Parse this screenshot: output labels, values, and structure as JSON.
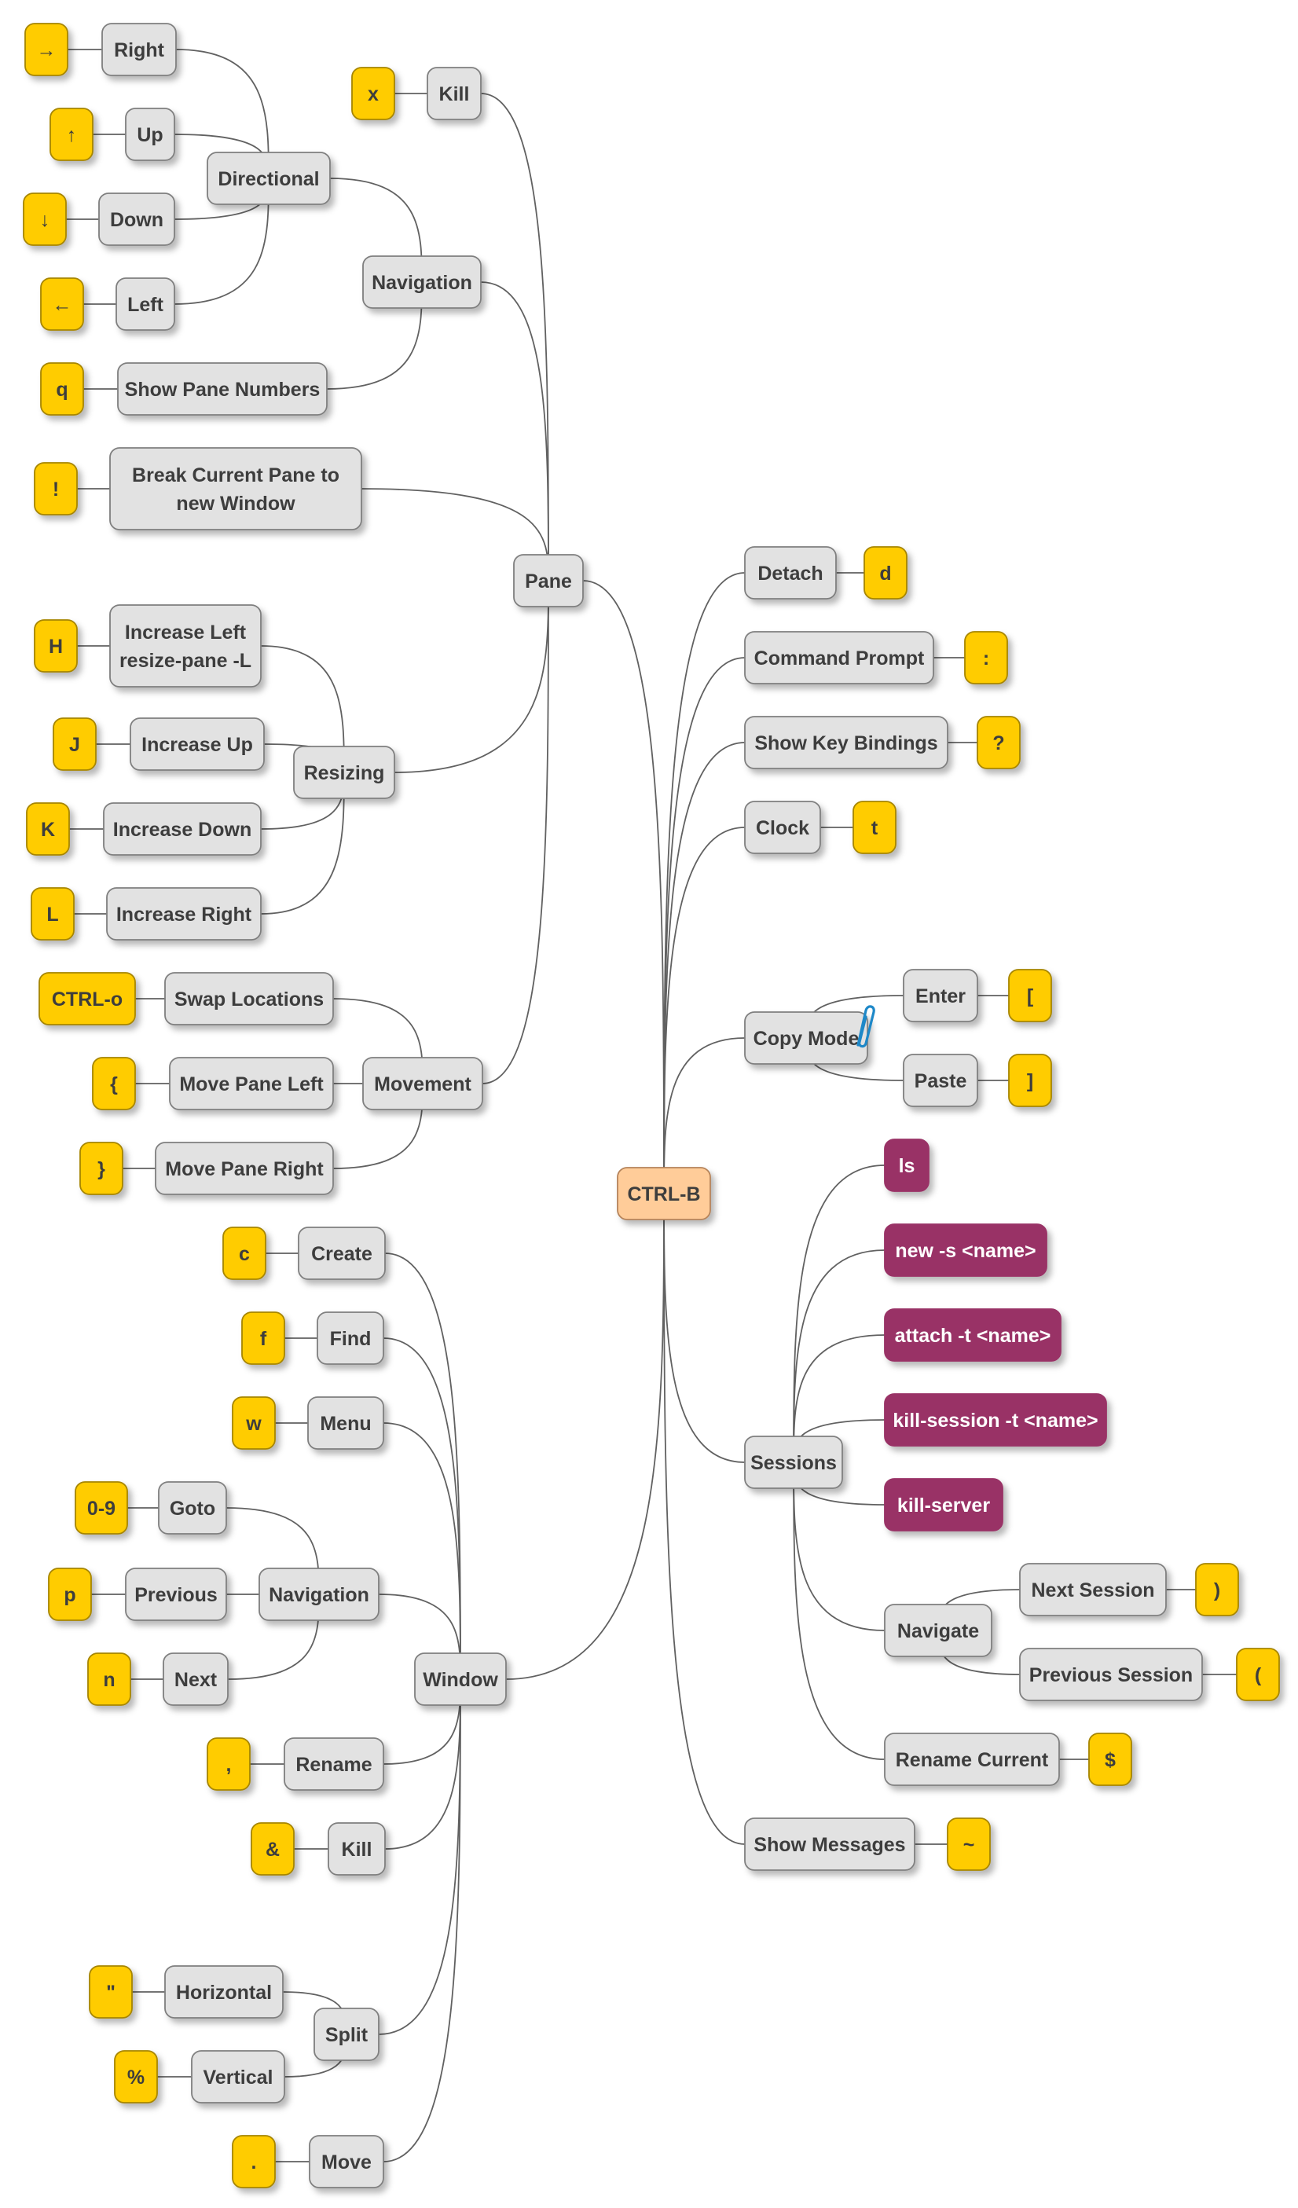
{
  "colors": {
    "node_fill": "#E2E2E2",
    "node_stroke": "#7F7F7F",
    "node_text": "#3D3D3D",
    "key_fill": "#FFCC00",
    "key_stroke": "#A68500",
    "command_fill": "#993366",
    "command_text": "#FFFFFF",
    "root_fill": "#FFCC99",
    "root_stroke": "#B5835A",
    "line": "#616161"
  },
  "clip_icon": "paperclip-icon",
  "nodes": [
    {
      "id": "root",
      "label": "CTRL-B",
      "style": "root"
    },
    {
      "id": "pane",
      "label": "Pane",
      "style": "node"
    },
    {
      "id": "pane_kill",
      "label": "Kill",
      "style": "node"
    },
    {
      "id": "pane_kill_k",
      "label": "x",
      "style": "key"
    },
    {
      "id": "pane_nav",
      "label": "Navigation",
      "style": "node"
    },
    {
      "id": "pane_dir",
      "label": "Directional",
      "style": "node"
    },
    {
      "id": "dir_right",
      "label": "Right",
      "style": "node"
    },
    {
      "id": "dir_right_k",
      "label": "→",
      "style": "key"
    },
    {
      "id": "dir_up",
      "label": "Up",
      "style": "node"
    },
    {
      "id": "dir_up_k",
      "label": "↑",
      "style": "key"
    },
    {
      "id": "dir_down",
      "label": "Down",
      "style": "node"
    },
    {
      "id": "dir_down_k",
      "label": "↓",
      "style": "key"
    },
    {
      "id": "dir_left",
      "label": "Left",
      "style": "node"
    },
    {
      "id": "dir_left_k",
      "label": "←",
      "style": "key"
    },
    {
      "id": "pane_num",
      "label": "Show Pane Numbers",
      "style": "node"
    },
    {
      "id": "pane_num_k",
      "label": "q",
      "style": "key"
    },
    {
      "id": "pane_break",
      "lines": [
        "Break Current Pane to",
        "new Window"
      ],
      "style": "node"
    },
    {
      "id": "pane_break_k",
      "label": "!",
      "style": "key"
    },
    {
      "id": "pane_resize",
      "label": "Resizing",
      "style": "node"
    },
    {
      "id": "res_left",
      "lines": [
        "Increase Left",
        "resize-pane -L"
      ],
      "style": "node"
    },
    {
      "id": "res_left_k",
      "label": "H",
      "style": "key"
    },
    {
      "id": "res_up",
      "label": "Increase Up",
      "style": "node"
    },
    {
      "id": "res_up_k",
      "label": "J",
      "style": "key"
    },
    {
      "id": "res_down",
      "label": "Increase Down",
      "style": "node"
    },
    {
      "id": "res_down_k",
      "label": "K",
      "style": "key"
    },
    {
      "id": "res_right",
      "label": "Increase Right",
      "style": "node"
    },
    {
      "id": "res_right_k",
      "label": "L",
      "style": "key"
    },
    {
      "id": "pane_move",
      "label": "Movement",
      "style": "node"
    },
    {
      "id": "mv_swap",
      "label": "Swap Locations",
      "style": "node"
    },
    {
      "id": "mv_swap_k",
      "label": "CTRL-o",
      "style": "key"
    },
    {
      "id": "mv_left",
      "label": "Move Pane Left",
      "style": "node"
    },
    {
      "id": "mv_left_k",
      "label": "{",
      "style": "key"
    },
    {
      "id": "mv_right",
      "label": "Move Pane Right",
      "style": "node"
    },
    {
      "id": "mv_right_k",
      "label": "}",
      "style": "key"
    },
    {
      "id": "window",
      "label": "Window",
      "style": "node"
    },
    {
      "id": "win_create",
      "label": "Create",
      "style": "node"
    },
    {
      "id": "win_create_k",
      "label": "c",
      "style": "key"
    },
    {
      "id": "win_find",
      "label": "Find",
      "style": "node"
    },
    {
      "id": "win_find_k",
      "label": "f",
      "style": "key"
    },
    {
      "id": "win_menu",
      "label": "Menu",
      "style": "node"
    },
    {
      "id": "win_menu_k",
      "label": "w",
      "style": "key"
    },
    {
      "id": "win_nav",
      "label": "Navigation",
      "style": "node"
    },
    {
      "id": "win_goto",
      "label": "Goto",
      "style": "node"
    },
    {
      "id": "win_goto_k",
      "label": "0-9",
      "style": "key"
    },
    {
      "id": "win_prev",
      "label": "Previous",
      "style": "node"
    },
    {
      "id": "win_prev_k",
      "label": "p",
      "style": "key"
    },
    {
      "id": "win_next",
      "label": "Next",
      "style": "node"
    },
    {
      "id": "win_next_k",
      "label": "n",
      "style": "key"
    },
    {
      "id": "win_rename",
      "label": "Rename",
      "style": "node"
    },
    {
      "id": "win_rename_k",
      "label": ",",
      "style": "key"
    },
    {
      "id": "win_kill",
      "label": "Kill",
      "style": "node"
    },
    {
      "id": "win_kill_k",
      "label": "&",
      "style": "key"
    },
    {
      "id": "win_split",
      "label": "Split",
      "style": "node"
    },
    {
      "id": "win_horiz",
      "label": "Horizontal",
      "style": "node"
    },
    {
      "id": "win_horiz_k",
      "label": "\"",
      "style": "key"
    },
    {
      "id": "win_vert",
      "label": "Vertical",
      "style": "node"
    },
    {
      "id": "win_vert_k",
      "label": "%",
      "style": "key"
    },
    {
      "id": "win_move",
      "label": "Move",
      "style": "node"
    },
    {
      "id": "win_move_k",
      "label": ".",
      "style": "key"
    },
    {
      "id": "detach",
      "label": "Detach",
      "style": "node"
    },
    {
      "id": "detach_k",
      "label": "d",
      "style": "key"
    },
    {
      "id": "cmd",
      "label": "Command Prompt",
      "style": "node"
    },
    {
      "id": "cmd_k",
      "label": ":",
      "style": "key"
    },
    {
      "id": "keys",
      "label": "Show Key Bindings",
      "style": "node"
    },
    {
      "id": "keys_k",
      "label": "?",
      "style": "key"
    },
    {
      "id": "clock",
      "label": "Clock",
      "style": "node"
    },
    {
      "id": "clock_k",
      "label": "t",
      "style": "key"
    },
    {
      "id": "copy",
      "label": "Copy Mode",
      "style": "node",
      "clip": true
    },
    {
      "id": "copy_enter",
      "label": "Enter",
      "style": "node"
    },
    {
      "id": "copy_enter_k",
      "label": "[",
      "style": "key"
    },
    {
      "id": "copy_paste",
      "label": "Paste",
      "style": "node"
    },
    {
      "id": "copy_paste_k",
      "label": "]",
      "style": "key"
    },
    {
      "id": "sessions",
      "label": "Sessions",
      "style": "node"
    },
    {
      "id": "s_ls",
      "label": "ls",
      "style": "cmd"
    },
    {
      "id": "s_new",
      "label": "new -s <name>",
      "style": "cmd"
    },
    {
      "id": "s_attach",
      "label": "attach -t <name>",
      "style": "cmd"
    },
    {
      "id": "s_killsess",
      "label": "kill-session -t <name>",
      "style": "cmd"
    },
    {
      "id": "s_killsrv",
      "label": "kill-server",
      "style": "cmd"
    },
    {
      "id": "s_nav",
      "label": "Navigate",
      "style": "node"
    },
    {
      "id": "s_next",
      "label": "Next Session",
      "style": "node"
    },
    {
      "id": "s_next_k",
      "label": ")",
      "style": "key"
    },
    {
      "id": "s_prev",
      "label": "Previous Session",
      "style": "node"
    },
    {
      "id": "s_prev_k",
      "label": "(",
      "style": "key"
    },
    {
      "id": "s_rename",
      "label": "Rename Current",
      "style": "node"
    },
    {
      "id": "s_rename_k",
      "label": "$",
      "style": "key"
    },
    {
      "id": "msgs",
      "label": "Show Messages",
      "style": "node"
    },
    {
      "id": "msgs_k",
      "label": "~",
      "style": "key"
    }
  ],
  "edges": [
    [
      "root",
      "pane"
    ],
    [
      "root",
      "window"
    ],
    [
      "root",
      "detach"
    ],
    [
      "root",
      "cmd"
    ],
    [
      "root",
      "keys"
    ],
    [
      "root",
      "clock"
    ],
    [
      "root",
      "copy"
    ],
    [
      "root",
      "sessions"
    ],
    [
      "root",
      "msgs"
    ],
    [
      "pane",
      "pane_kill"
    ],
    [
      "pane",
      "pane_nav"
    ],
    [
      "pane",
      "pane_break"
    ],
    [
      "pane",
      "pane_resize"
    ],
    [
      "pane",
      "pane_move"
    ],
    [
      "pane_kill",
      "pane_kill_k"
    ],
    [
      "pane_nav",
      "pane_dir"
    ],
    [
      "pane_nav",
      "pane_num"
    ],
    [
      "pane_dir",
      "dir_right"
    ],
    [
      "pane_dir",
      "dir_up"
    ],
    [
      "pane_dir",
      "dir_down"
    ],
    [
      "pane_dir",
      "dir_left"
    ],
    [
      "dir_right",
      "dir_right_k"
    ],
    [
      "dir_up",
      "dir_up_k"
    ],
    [
      "dir_down",
      "dir_down_k"
    ],
    [
      "dir_left",
      "dir_left_k"
    ],
    [
      "pane_num",
      "pane_num_k"
    ],
    [
      "pane_break",
      "pane_break_k"
    ],
    [
      "pane_resize",
      "res_left"
    ],
    [
      "pane_resize",
      "res_up"
    ],
    [
      "pane_resize",
      "res_down"
    ],
    [
      "pane_resize",
      "res_right"
    ],
    [
      "res_left",
      "res_left_k"
    ],
    [
      "res_up",
      "res_up_k"
    ],
    [
      "res_down",
      "res_down_k"
    ],
    [
      "res_right",
      "res_right_k"
    ],
    [
      "pane_move",
      "mv_swap"
    ],
    [
      "pane_move",
      "mv_left"
    ],
    [
      "pane_move",
      "mv_right"
    ],
    [
      "mv_swap",
      "mv_swap_k"
    ],
    [
      "mv_left",
      "mv_left_k"
    ],
    [
      "mv_right",
      "mv_right_k"
    ],
    [
      "window",
      "win_create"
    ],
    [
      "window",
      "win_find"
    ],
    [
      "window",
      "win_menu"
    ],
    [
      "window",
      "win_nav"
    ],
    [
      "window",
      "win_rename"
    ],
    [
      "window",
      "win_kill"
    ],
    [
      "window",
      "win_split"
    ],
    [
      "window",
      "win_move"
    ],
    [
      "win_create",
      "win_create_k"
    ],
    [
      "win_find",
      "win_find_k"
    ],
    [
      "win_menu",
      "win_menu_k"
    ],
    [
      "win_nav",
      "win_goto"
    ],
    [
      "win_nav",
      "win_prev"
    ],
    [
      "win_nav",
      "win_next"
    ],
    [
      "win_goto",
      "win_goto_k"
    ],
    [
      "win_prev",
      "win_prev_k"
    ],
    [
      "win_next",
      "win_next_k"
    ],
    [
      "win_rename",
      "win_rename_k"
    ],
    [
      "win_kill",
      "win_kill_k"
    ],
    [
      "win_split",
      "win_horiz"
    ],
    [
      "win_split",
      "win_vert"
    ],
    [
      "win_horiz",
      "win_horiz_k"
    ],
    [
      "win_vert",
      "win_vert_k"
    ],
    [
      "win_move",
      "win_move_k"
    ],
    [
      "detach",
      "detach_k"
    ],
    [
      "cmd",
      "cmd_k"
    ],
    [
      "keys",
      "keys_k"
    ],
    [
      "clock",
      "clock_k"
    ],
    [
      "copy",
      "copy_enter"
    ],
    [
      "copy",
      "copy_paste"
    ],
    [
      "copy_enter",
      "copy_enter_k"
    ],
    [
      "copy_paste",
      "copy_paste_k"
    ],
    [
      "sessions",
      "s_ls"
    ],
    [
      "sessions",
      "s_new"
    ],
    [
      "sessions",
      "s_attach"
    ],
    [
      "sessions",
      "s_killsess"
    ],
    [
      "sessions",
      "s_killsrv"
    ],
    [
      "sessions",
      "s_nav"
    ],
    [
      "sessions",
      "s_rename"
    ],
    [
      "s_nav",
      "s_next"
    ],
    [
      "s_nav",
      "s_prev"
    ],
    [
      "s_next",
      "s_next_k"
    ],
    [
      "s_prev",
      "s_prev_k"
    ],
    [
      "s_rename",
      "s_rename_k"
    ],
    [
      "msgs",
      "msgs_k"
    ]
  ]
}
